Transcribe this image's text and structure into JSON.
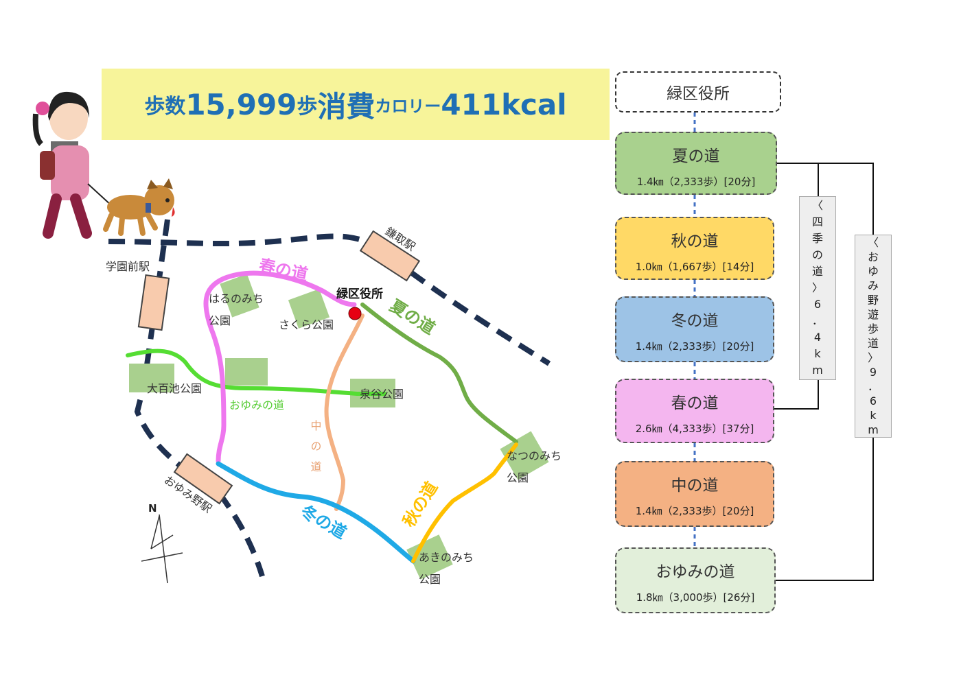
{
  "banner": {
    "steps_label": "歩数",
    "steps_value": "15,999",
    "steps_unit": "歩",
    "calorie_label": "消費",
    "calorie_sub": "カロリー",
    "calorie_value": "411kcal"
  },
  "map": {
    "stations": [
      "学園前駅",
      "鎌取駅",
      "おゆみ野駅"
    ],
    "office": "緑区役所",
    "parks": [
      "はるのみち",
      "公園",
      "さくら公園",
      "大百池公園",
      "泉谷公園",
      "なつのみち",
      "公園",
      "あきのみち",
      "公園"
    ],
    "routes": {
      "haru": "春の道",
      "natsu": "夏の道",
      "aki": "秋の道",
      "fuyu": "冬の道",
      "naka": "中の道",
      "oyumi": "おゆみの道"
    },
    "north": "N"
  },
  "flow": {
    "start": "緑区役所",
    "segments": [
      {
        "name": "夏の道",
        "stat": "1.4㎞（2,333歩）[20分]",
        "color": "#a9d18e"
      },
      {
        "name": "秋の道",
        "stat": "1.0㎞（1,667歩）[14分]",
        "color": "#ffd966"
      },
      {
        "name": "冬の道",
        "stat": "1.4㎞（2,333歩）[20分]",
        "color": "#9dc3e6"
      },
      {
        "name": "春の道",
        "stat": "2.6㎞（4,333歩）[37分]",
        "color": "#f4b6ef"
      },
      {
        "name": "中の道",
        "stat": "1.4㎞（2,333歩）[20分]",
        "color": "#f4b183"
      },
      {
        "name": "おゆみの道",
        "stat": "1.8㎞（3,000歩）[26分]",
        "color": "#e2efda"
      }
    ],
    "shiki_label": [
      "〈",
      "四",
      "季",
      "の",
      "道",
      "〉",
      "6",
      "．",
      "4",
      "k",
      "m"
    ],
    "oyumi_label": [
      "〈",
      "お",
      "ゆ",
      "み",
      "野",
      "遊",
      "歩",
      "道",
      "〉",
      "9",
      "．",
      "6",
      "k",
      "m"
    ]
  },
  "colors": {
    "banner_bg": "#f7f49a",
    "banner_text": "#1f6fb5",
    "rail": "#1e3050",
    "haru": "#ee77ee",
    "natsu": "#70ad47",
    "aki": "#ffc000",
    "fuyu": "#1fa9e6",
    "naka": "#f4b183",
    "oyumi": "#55dd33",
    "park": "#a9d08e",
    "station": "#f8cbad"
  },
  "icons": [
    "walking-girl-icon",
    "dog-icon"
  ]
}
